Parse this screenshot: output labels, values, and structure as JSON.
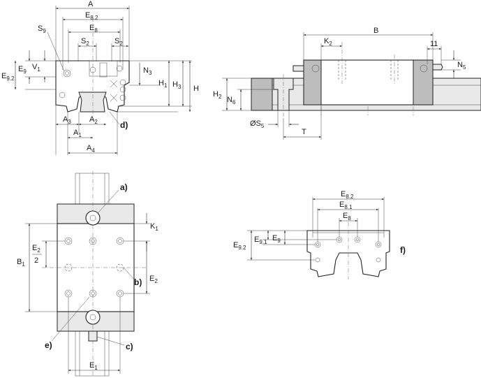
{
  "view_front": {
    "A": "A",
    "E8_2": "E",
    "E8_2_sub": "8.2",
    "E8": "E",
    "E8_sub": "8",
    "S9": "S",
    "S9_sub": "9",
    "S2a": "S",
    "S2a_sub": "2",
    "S2b": "S",
    "S2b_sub": "2",
    "V1": "V",
    "V1_sub": "1",
    "E9": "E",
    "E9_sub": "9",
    "E9_2": "E",
    "E9_2_sub": "9.2",
    "N3": "N",
    "N3_sub": "3",
    "H1": "H",
    "H1_sub": "1",
    "H3": "H",
    "H3_sub": "3",
    "H": "H",
    "A3": "A",
    "A3_sub": "3",
    "A2": "A",
    "A2_sub": "2",
    "A1": "A",
    "A1_sub": "1",
    "A4": "A",
    "A4_sub": "4",
    "d": "d)"
  },
  "view_side": {
    "B": "B",
    "K2": "K",
    "K2_sub": "2",
    "eleven": "11",
    "N5": "N",
    "N5_sub": "5",
    "H2": "H",
    "H2_sub": "2",
    "N6": "N",
    "N6_sub": "6",
    "S5": "ØS",
    "S5_sub": "5",
    "T": "T"
  },
  "view_top": {
    "a": "a)",
    "K1": "K",
    "K1_sub": "1",
    "E2a": "E",
    "E2a_sub": "2",
    "two": "2",
    "B1": "B",
    "B1_sub": "1",
    "b": "b)",
    "E2b": "E",
    "E2b_sub": "2",
    "e": "e)",
    "c": "c)",
    "E1": "E",
    "E1_sub": "1"
  },
  "view_f": {
    "E8_2": "E",
    "E8_2_sub": "8.2",
    "E8_1": "E",
    "E8_1_sub": "8.1",
    "E8": "E",
    "E8_sub": "8",
    "E9_2": "E",
    "E9_2_sub": "9.2",
    "E9_1": "E",
    "E9_1_sub": "9.1",
    "E9": "E",
    "E9_sub": "9",
    "f": "f)"
  }
}
